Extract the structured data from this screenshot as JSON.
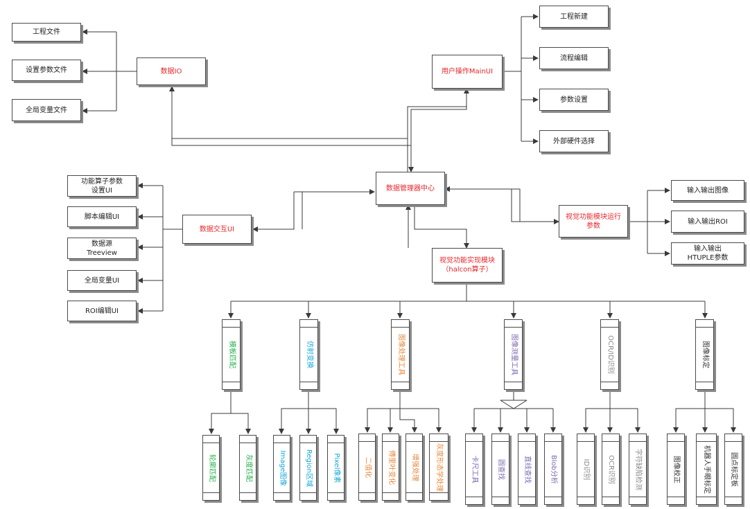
{
  "top_right": {
    "main_ui": "用户操作MainUI",
    "items": [
      "工程新建",
      "流程编辑",
      "参数设置",
      "外部硬件选择"
    ]
  },
  "top_left": {
    "data_io": "数据IO",
    "items": [
      "工程文件",
      "设置参数文件",
      "全局变量文件"
    ]
  },
  "center": {
    "data_manager": "数据管理器中心",
    "vision_impl": [
      "视觉功能实现模块",
      "（halcon算子）"
    ]
  },
  "left": {
    "data_ui": "数据交互UI",
    "items": [
      [
        "功能算子参数",
        "设置UI"
      ],
      [
        "脚本编辑UI"
      ],
      [
        "数据源",
        "Treeview"
      ],
      [
        "全局变量UI"
      ],
      [
        "ROI编辑UI"
      ]
    ]
  },
  "right": {
    "run_params": [
      "视觉功能模块运行",
      "参数"
    ],
    "items": [
      [
        "输入输出图像"
      ],
      [
        "输入输出ROI"
      ],
      [
        "输入输出",
        "HTUPLE参数"
      ]
    ]
  },
  "modules": [
    {
      "label": "模板匹配",
      "color": "#22b04a",
      "children": [
        "轮廓匹配",
        "灰度匹配"
      ]
    },
    {
      "label": "仿射变换",
      "color": "#15a9d9",
      "children": [
        "Image图像",
        "Region区域",
        "Pixel像素"
      ]
    },
    {
      "label": "图像处理工具",
      "color": "#e9873a",
      "children": [
        "二值化",
        "傅里叶变化",
        "增强处理",
        "灰度形态学处理"
      ]
    },
    {
      "label": "图像测量工具",
      "color": "#7e6bb5",
      "children": [
        "卡尺工具",
        "圆查找",
        "直线查找",
        "Blob分析"
      ]
    },
    {
      "label": "OCR/ID识别",
      "color": "#8a8a8a",
      "children": [
        "ID识别",
        "OCR识别",
        "字符缺陷检测"
      ]
    },
    {
      "label": "图像标定",
      "color": "#333333",
      "children": [
        "图像校正",
        "机器人手眼标定",
        "圆点标定板"
      ]
    }
  ]
}
